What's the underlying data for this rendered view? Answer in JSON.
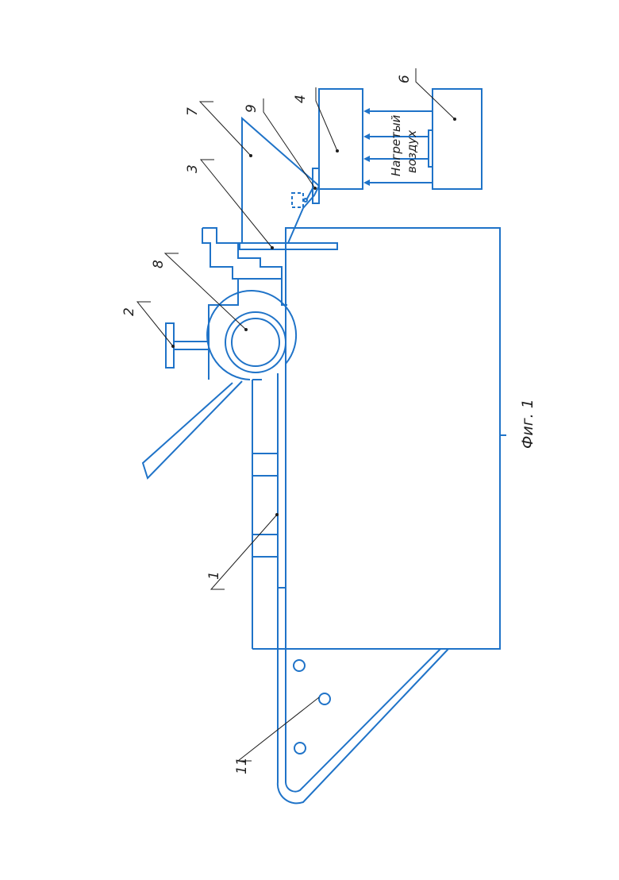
{
  "colors": {
    "outline": "#1f73c8",
    "annotation": "#1e1e1e",
    "background": "#ffffff"
  },
  "labels": {
    "l1": "1",
    "l2": "2",
    "l3": "3",
    "l4": "4",
    "l6": "6",
    "l7": "7",
    "l8": "8",
    "l9": "9",
    "l11": "11"
  },
  "air_label_line1": "Нагретый",
  "air_label_line2": "воздух",
  "figure_caption": "Фиг. 1"
}
